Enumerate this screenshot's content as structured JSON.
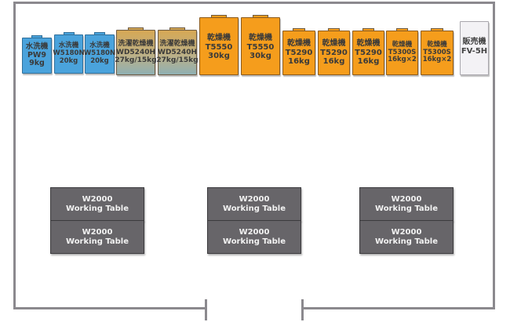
{
  "machines": [
    {
      "lines": [
        "水洗機",
        "PW9",
        "9kg"
      ],
      "type": "washer"
    },
    {
      "lines": [
        "水洗機",
        "W5180N",
        "20kg"
      ],
      "type": "washer"
    },
    {
      "lines": [
        "水洗機",
        "W5180N",
        "20kg"
      ],
      "type": "washer"
    },
    {
      "lines": [
        "洗濯乾燥機",
        "WD5240H",
        "27kg/15kg"
      ],
      "type": "washer-dryer"
    },
    {
      "lines": [
        "洗濯乾燥機",
        "WD5240H",
        "27kg/15kg"
      ],
      "type": "washer-dryer"
    },
    {
      "lines": [
        "乾燥機",
        "T5550",
        "30kg"
      ],
      "type": "dryer"
    },
    {
      "lines": [
        "乾燥機",
        "T5550",
        "30kg"
      ],
      "type": "dryer"
    },
    {
      "lines": [
        "乾燥機",
        "T5290",
        "16kg"
      ],
      "type": "dryer"
    },
    {
      "lines": [
        "乾燥機",
        "T5290",
        "16kg"
      ],
      "type": "dryer"
    },
    {
      "lines": [
        "乾燥機",
        "T5290",
        "16kg"
      ],
      "type": "dryer"
    },
    {
      "lines": [
        "乾燥機",
        "T5300S",
        "16kg×2"
      ],
      "type": "dryer"
    },
    {
      "lines": [
        "乾燥機",
        "T5300S",
        "16kg×2"
      ],
      "type": "dryer"
    },
    {
      "lines": [
        "販売機",
        "FV-5H"
      ],
      "type": "vending"
    }
  ],
  "table": {
    "model": "W2000",
    "label": "Working Table"
  },
  "colors": {
    "washer": "#4aa3dc",
    "dryer": "#f59d1c",
    "table": "#676569",
    "wall": "#8b898e"
  }
}
